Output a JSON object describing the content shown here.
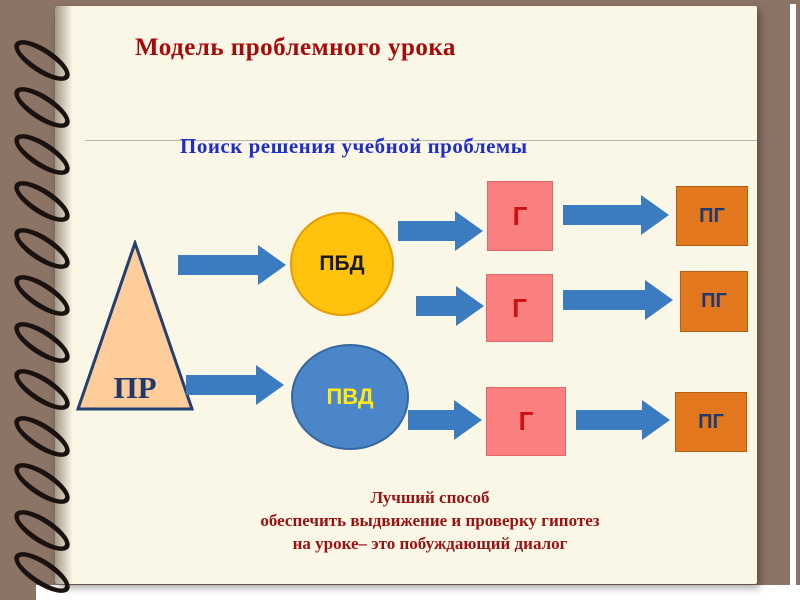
{
  "slide": {
    "title": "Модель проблемного урока",
    "subtitle": "Поиск решения учебной проблемы",
    "footer": {
      "line1": "Лучший способ",
      "line2": "обеспечить выдвижение и проверку гипотез",
      "line3": "на уроке– это побуждающий диалог"
    }
  },
  "diagram": {
    "problem_label": "ПР",
    "pbd_label": "ПБД",
    "pvd_label": "ПВД",
    "g_labels": [
      "Г",
      "Г",
      "Г"
    ],
    "pg_labels": [
      "ПГ",
      "ПГ",
      "ПГ"
    ]
  },
  "colors": {
    "background_brown": "#8b7365",
    "paper": "#fbf7e6",
    "title_red": "#a80a0a",
    "subtitle_blue": "#1f2ecb",
    "footer_red": "#991111",
    "arrow_blue": "#3b7cc0",
    "triangle_fill": "#ffcc9c",
    "triangle_outline": "#23406e",
    "pbd_circle_yellow": "#ffc20d",
    "pvd_circle_blue": "#4a86c8",
    "pvd_text_yellow": "#ffe818",
    "g_square_pink": "#fa8080",
    "g_text_red": "#cc1111",
    "pg_square_orange": "#e2771d",
    "pg_text_navy": "#1e3a6e"
  }
}
